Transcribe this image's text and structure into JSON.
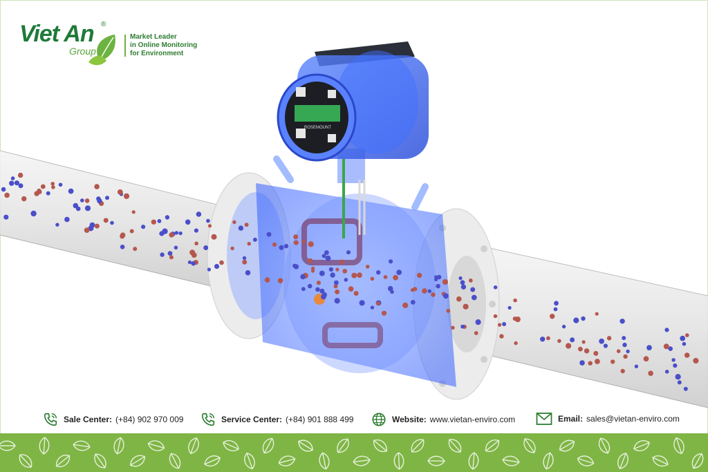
{
  "brand": {
    "name": "Viet An",
    "registered": "®",
    "group": "Group",
    "tagline": [
      "Market Leader",
      "in Online Monitoring",
      "for Environment"
    ]
  },
  "device": {
    "label": "ROSEMOUNT"
  },
  "contacts": [
    {
      "label": "Sale Center:",
      "value": "(+84) 902 970 009",
      "icon": "phone-icon"
    },
    {
      "label": "Service Center:",
      "value": "(+84) 901 888 499",
      "icon": "phone-icon"
    },
    {
      "label": "Website:",
      "value": "www.vietan-enviro.com",
      "icon": "globe-icon"
    },
    {
      "label": "Email:",
      "value": "sales@vietan-enviro.com",
      "icon": "mail-icon"
    }
  ],
  "colors": {
    "brand_green": "#1f7a3a",
    "leaf_green": "#6cb33f",
    "footer_green": "#7fb545",
    "meter_blue": "#3d6cff",
    "particle_red": "#b5574e",
    "particle_blue": "#4a4fc9"
  }
}
